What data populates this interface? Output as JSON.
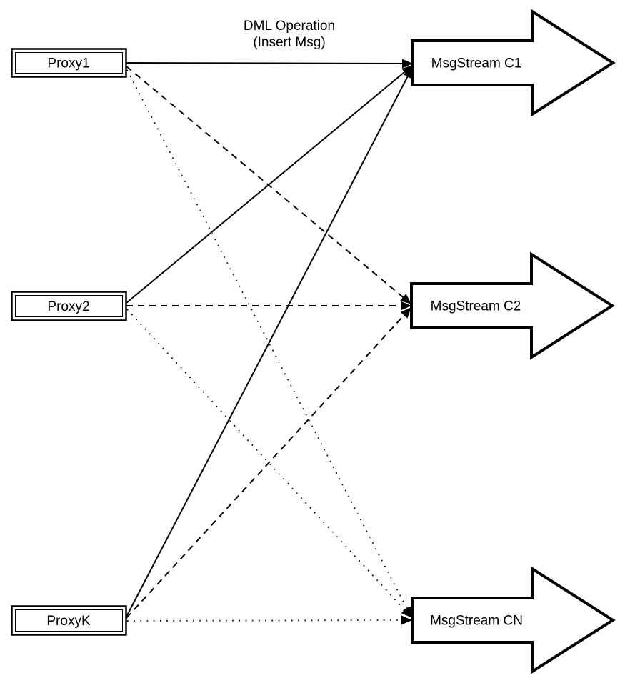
{
  "diagram": {
    "title": {
      "line1": "DML Operation",
      "line2": "(Insert Msg)"
    },
    "proxies": [
      {
        "label": "Proxy1"
      },
      {
        "label": "Proxy2"
      },
      {
        "label": "ProxyK"
      }
    ],
    "streams": [
      {
        "label": "MsgStream C1"
      },
      {
        "label": "MsgStream C2"
      },
      {
        "label": "MsgStream CN"
      }
    ],
    "edges": [
      {
        "from": "Proxy1",
        "to": "MsgStream C1",
        "style": "solid"
      },
      {
        "from": "Proxy1",
        "to": "MsgStream C2",
        "style": "dashed"
      },
      {
        "from": "Proxy1",
        "to": "MsgStream CN",
        "style": "dotted"
      },
      {
        "from": "Proxy2",
        "to": "MsgStream C1",
        "style": "solid"
      },
      {
        "from": "Proxy2",
        "to": "MsgStream C2",
        "style": "dashed"
      },
      {
        "from": "Proxy2",
        "to": "MsgStream CN",
        "style": "dotted"
      },
      {
        "from": "ProxyK",
        "to": "MsgStream C1",
        "style": "solid"
      },
      {
        "from": "ProxyK",
        "to": "MsgStream C2",
        "style": "dashed"
      },
      {
        "from": "ProxyK",
        "to": "MsgStream CN",
        "style": "dotted"
      }
    ],
    "colors": {
      "stroke": "#000000",
      "fill": "#ffffff",
      "background": "#ffffff"
    }
  }
}
